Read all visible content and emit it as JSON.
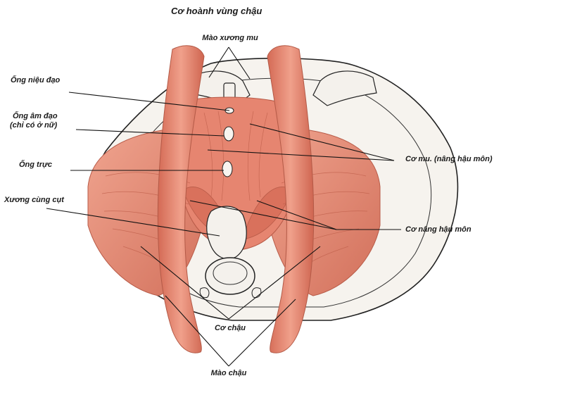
{
  "title": "Cơ hoành vùng chậu",
  "labels": {
    "pubic_crest": "Mào xương mu",
    "urethra": "Ống niệu đạo",
    "vagina_line1": "Ống âm đạo",
    "vagina_line2": "(chỉ có ở nữ)",
    "rectum": "Ống trực",
    "coccyx": "Xương cùng cụt",
    "pubococcygeus": "Cơ mu. (nâng hậu môn)",
    "levator_ani": "Cơ nâng hậu môn",
    "iliac_muscle": "Cơ chậu",
    "iliac_crest": "Mào chậu"
  },
  "colors": {
    "muscle": "#e58a74",
    "muscle_dark": "#c8644f",
    "muscle_light": "#f1a995",
    "bone": "#f4f1ec",
    "outline": "#222222"
  }
}
